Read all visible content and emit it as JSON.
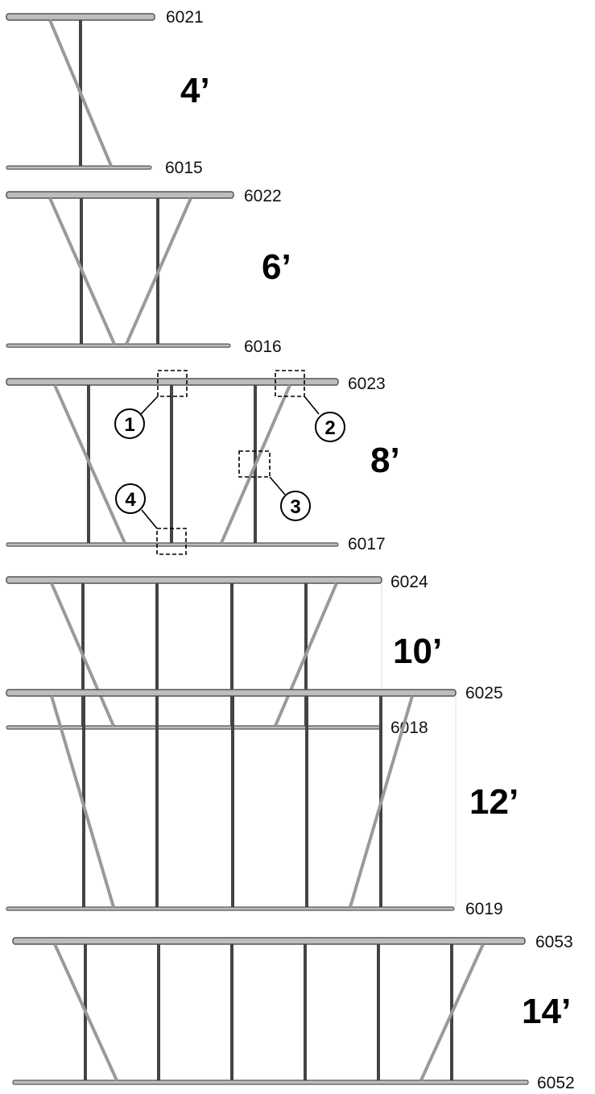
{
  "colors": {
    "rail": "#bdbdbd",
    "rail_edge": "#555555",
    "post": "#444444",
    "brace": "#9a9a9a",
    "callout": "#000000"
  },
  "gates": [
    {
      "size_label": "4’",
      "top_part": "6021",
      "bottom_part": "6015",
      "upright_count": 1,
      "brace_pattern": "single-diagonal"
    },
    {
      "size_label": "6’",
      "top_part": "6022",
      "bottom_part": "6016",
      "upright_count": 2,
      "brace_pattern": "double-diagonal"
    },
    {
      "size_label": "8’",
      "top_part": "6023",
      "bottom_part": "6017",
      "upright_count": 3,
      "brace_pattern": "double-diagonal",
      "callouts": [
        "1",
        "2",
        "3",
        "4"
      ]
    },
    {
      "size_label": "10’",
      "top_part": "6024",
      "bottom_part": "6018",
      "upright_count": 4,
      "brace_pattern": "double-diagonal"
    },
    {
      "size_label": "12’",
      "top_part": "6025",
      "bottom_part": "6019",
      "upright_count": 5,
      "brace_pattern": "double-diagonal"
    },
    {
      "size_label": "14’",
      "top_part": "6053",
      "bottom_part": "6052",
      "upright_count": 6,
      "brace_pattern": "double-diagonal"
    }
  ]
}
